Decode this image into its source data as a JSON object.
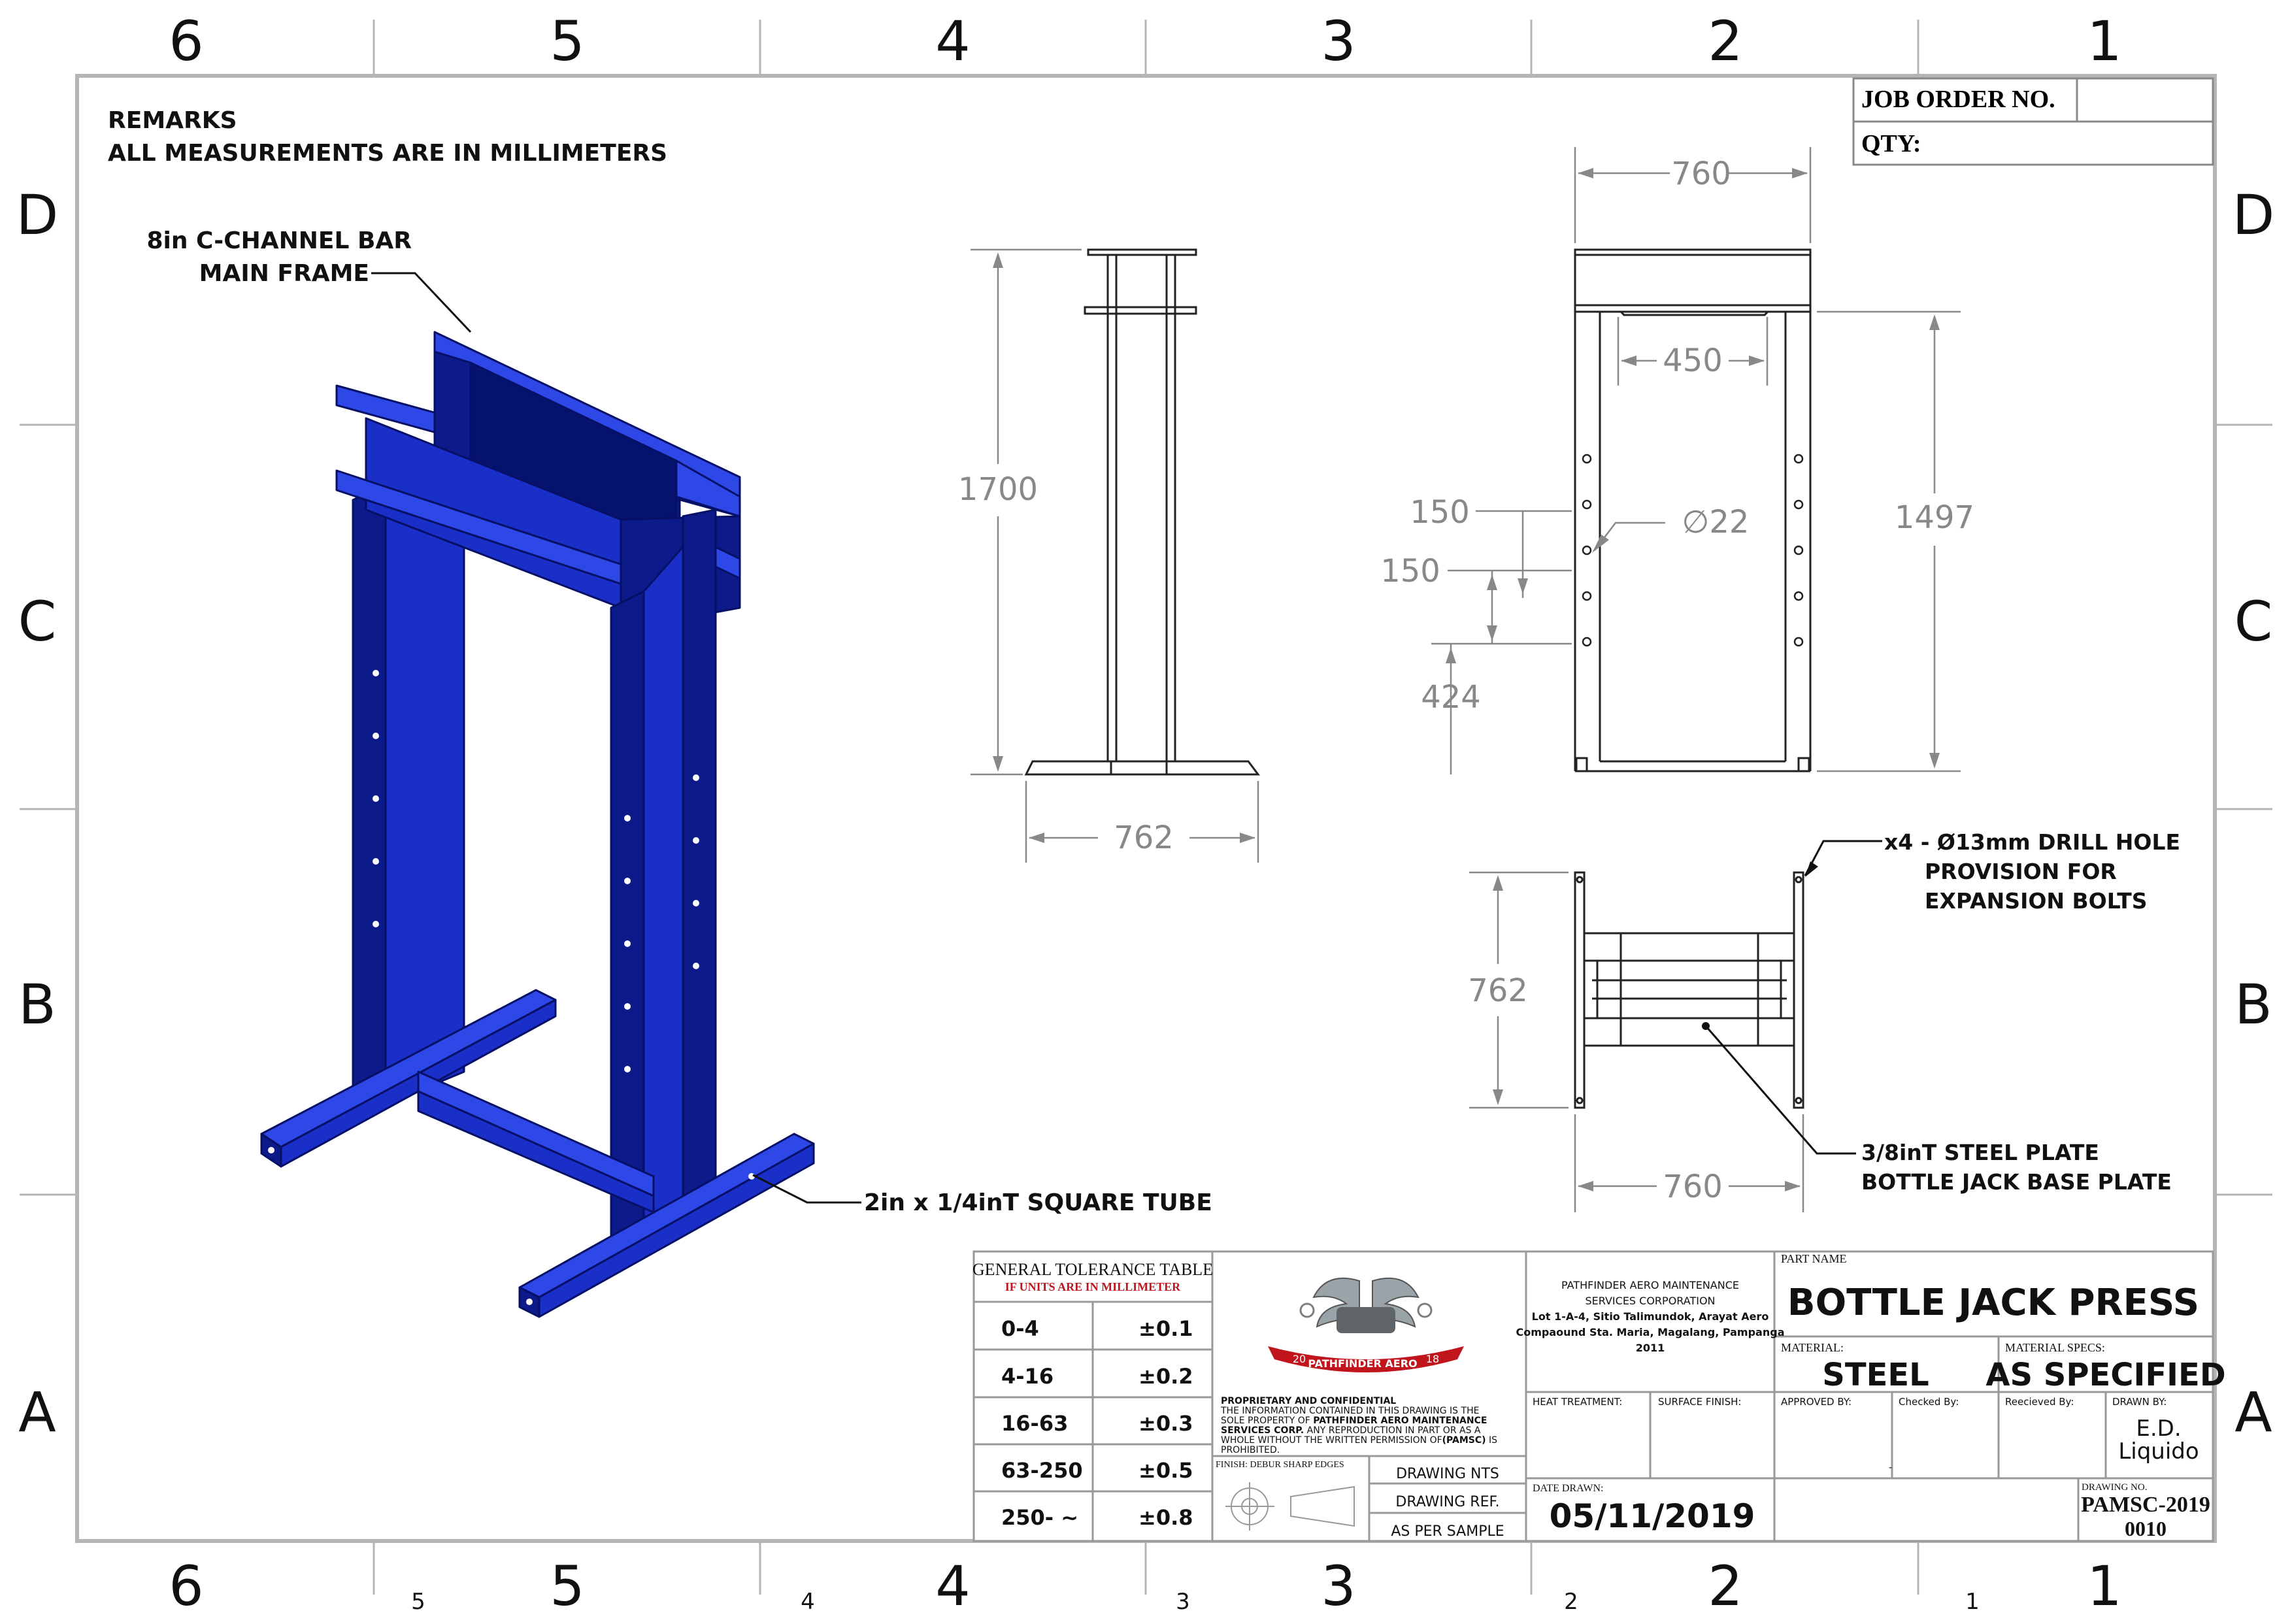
{
  "zones": {
    "columns_top": [
      "6",
      "5",
      "4",
      "3",
      "2",
      "1"
    ],
    "columns_bottom": [
      "6",
      "5",
      "4",
      "3",
      "2",
      "1"
    ],
    "columns_bottom_small": [
      "5",
      "4",
      "3",
      "2",
      "1"
    ],
    "rows": [
      "D",
      "C",
      "B",
      "A"
    ]
  },
  "remarks": {
    "title": "REMARKS",
    "line": "ALL MEASUREMENTS ARE IN MILLIMETERS"
  },
  "job": {
    "job_order_label": "JOB ORDER NO.",
    "qty_label": "QTY:"
  },
  "callouts": {
    "c_channel_1": "8in C-CHANNEL BAR",
    "c_channel_2": "MAIN FRAME",
    "square_tube": "2in x 1/4inT SQUARE TUBE",
    "drill_1": "x4 - Ø13mm DRILL HOLE",
    "drill_2": "PROVISION FOR",
    "drill_3": "EXPANSION BOLTS",
    "plate_1": "3/8inT STEEL PLATE",
    "plate_2": "BOTTLE JACK BASE PLATE"
  },
  "dimensions": {
    "side_height": "1700",
    "side_width": "762",
    "front_width": "760",
    "front_inner": "450",
    "front_height": "1497",
    "hole_spacing_1": "150",
    "hole_spacing_2": "150",
    "hole_base": "424",
    "hole_dia": "∅22",
    "top_depth": "762",
    "top_width": "760"
  },
  "tolerance": {
    "title": "GENERAL TOLERANCE TABLE",
    "subtitle": "IF UNITS ARE IN MILLIMETER",
    "rows": [
      {
        "range": "0-4",
        "tol": "±0.1"
      },
      {
        "range": "4-16",
        "tol": "±0.2"
      },
      {
        "range": "16-63",
        "tol": "±0.3"
      },
      {
        "range": "63-250",
        "tol": "±0.5"
      },
      {
        "range": "250- ~",
        "tol": "±0.8"
      }
    ]
  },
  "logo": {
    "banner": "PATHFINDER AERO",
    "year_left": "20",
    "year_right": "18"
  },
  "proprietary": {
    "title": "PROPRIETARY AND CONFIDENTIAL",
    "l1": "THE INFORMATION CONTAINED IN THIS DRAWING IS THE",
    "l2_a": "SOLE PROPERTY OF ",
    "l2_b": "PATHFINDER AERO MAINTENANCE",
    "l3_a": "SERVICES CORP.",
    "l3_b": " ANY REPRODUCTION IN PART OR AS A",
    "l4_a": "WHOLE WITHOUT THE WRITTEN PERMISSION OF",
    "l4_b": "(PAMSC)",
    "l4_c": " IS",
    "l5": "PROHIBITED."
  },
  "finish": "FINISH: DEBUR SHARP EDGES",
  "drawing_nts": "DRAWING NTS",
  "drawing_ref": "DRAWING REF.",
  "as_per_sample": "AS PER SAMPLE",
  "company": {
    "l1": "PATHFINDER AERO MAINTENANCE",
    "l2": "SERVICES CORPORATION",
    "l3": "Lot 1-A-4, Sitio Talimundok, Arayat Aero",
    "l4": "Compaound Sta. Maria, Magalang, Pampanga",
    "l5": "2011"
  },
  "part": {
    "label": "PART NAME",
    "name": "BOTTLE JACK PRESS"
  },
  "material": {
    "label": "MATERIAL:",
    "value": "STEEL",
    "specs_label": "MATERIAL SPECS:",
    "specs_value": "AS SPECIFIED"
  },
  "fields": {
    "heat": "HEAT TREATMENT:",
    "surface": "SURFACE FINISH:",
    "approved": "APPROVED BY:",
    "checked": "Checked By:",
    "dash": "-",
    "received": "Reecieved By:",
    "drawn_label": "DRAWN BY:",
    "drawn_1": "E.D.",
    "drawn_2": "Liquido"
  },
  "date": {
    "label": "DATE DRAWN:",
    "value": "05/11/2019"
  },
  "drawing_no": {
    "label": "DRAWING NO.",
    "l1": "PAMSC-2019",
    "l2": "0010"
  },
  "colors": {
    "frame_blue": "#1a2fc8",
    "frame_dark": "#0c1a8a",
    "frame_light": "#2d48e6",
    "line": "#222222",
    "dim": "#777777",
    "banner_red": "#c0151c"
  }
}
